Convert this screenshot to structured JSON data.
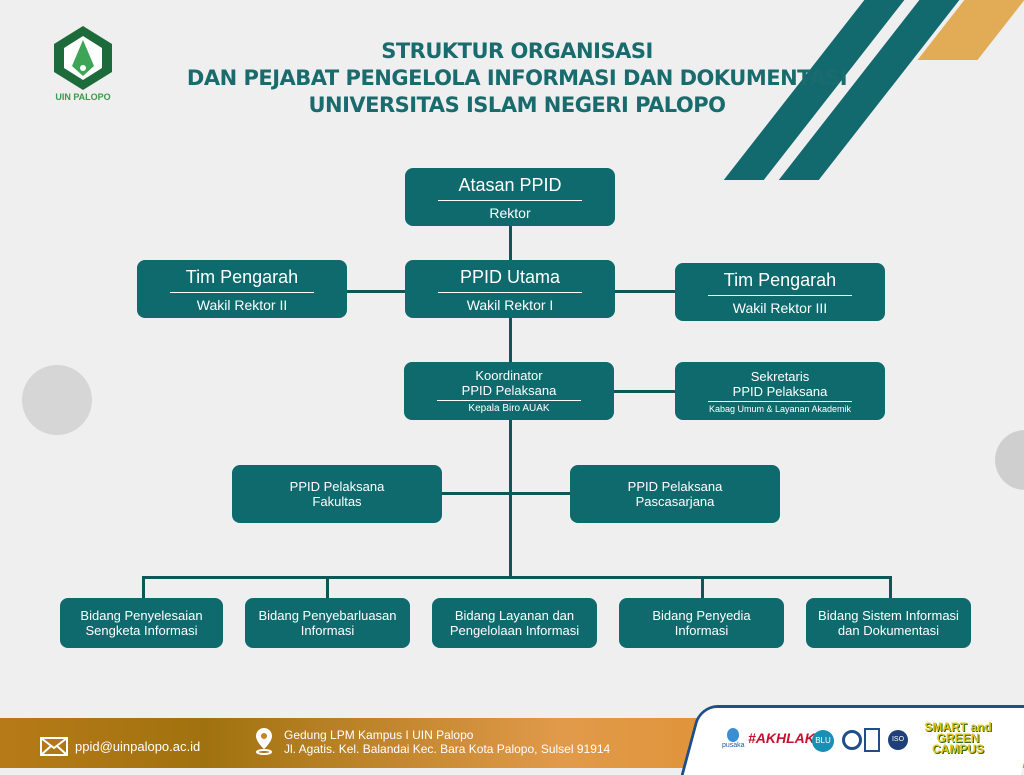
{
  "header": {
    "logo_text": "UIN PALOPO",
    "title": [
      "STRUKTUR ORGANISASI",
      "DAN PEJABAT PENGELOLA INFORMASI DAN DOKUMENTASI",
      "UNIVERSITAS ISLAM NEGERI PALOPO"
    ]
  },
  "boxes": {
    "atasan": {
      "title": "Atasan PPID",
      "sub": "Rektor"
    },
    "pengarah_left": {
      "title": "Tim Pengarah",
      "sub": "Wakil Rektor II"
    },
    "utama": {
      "title": "PPID Utama",
      "sub": "Wakil Rektor I"
    },
    "pengarah_right": {
      "title": "Tim Pengarah",
      "sub": "Wakil Rektor III"
    },
    "koordinator": {
      "title1": "Koordinator",
      "title2": "PPID Pelaksana",
      "sub": "Kepala Biro AUAK"
    },
    "sekretaris": {
      "title1": "Sekretaris",
      "title2": "PPID Pelaksana",
      "sub": "Kabag Umum & Layanan Akademik"
    },
    "fakultas": {
      "line1": "PPID Pelaksana",
      "line2": "Fakultas"
    },
    "pascasarjana": {
      "line1": "PPID Pelaksana",
      "line2": "Pascasarjana"
    }
  },
  "bidang": [
    {
      "line1": "Bidang Penyelesaian",
      "line2": "Sengketa Informasi"
    },
    {
      "line1": "Bidang Penyebarluasan",
      "line2": "Informasi"
    },
    {
      "line1": "Bidang Layanan dan",
      "line2": "Pengelolaan Informasi"
    },
    {
      "line1": "Bidang Penyedia",
      "line2": "Informasi"
    },
    {
      "line1": "Bidang Sistem Informasi",
      "line2": "dan Dokumentasi"
    }
  ],
  "footer": {
    "email": "ppid@uinpalopo.ac.id",
    "address1": "Gedung LPM Kampus I UIN Palopo",
    "address2": "Jl. Agatis. Kel. Balandai Kec. Bara Kota Palopo, Sulsel 91914",
    "logos": [
      "pusaka",
      "#AKHLAK",
      "BLU",
      "ISO",
      "SMART and GREEN CAMPUS"
    ]
  },
  "colors": {
    "primary": "#0f6a6d",
    "accent": "#e08f2c"
  }
}
